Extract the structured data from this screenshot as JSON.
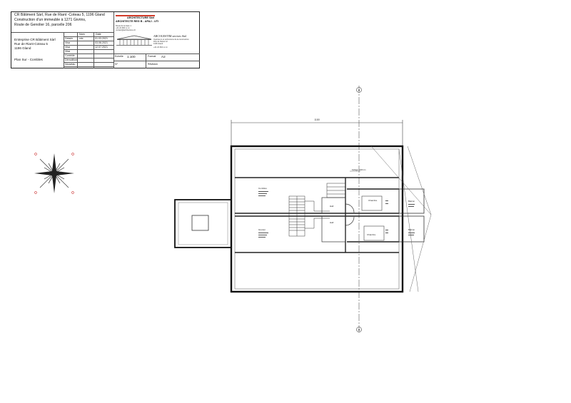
{
  "client_block": {
    "line1": "CR Bâtiment Sàrl, Rue de Riant -Coteau 5, 1196 Gland",
    "line2": "Construction d'un immeuble à 1271 Givrins,",
    "line3": "Route de Genolier 16, parcelle 206"
  },
  "firm_block": {
    "name": "ARCHITECTURE Sàrl",
    "reg": "ARCHITECTE REG B - APAJ - UTI",
    "address": "Route de la Gare 1",
    "phone": "+41 22 366 xx xx",
    "email": "contact@architecture.ch",
    "partner": "ARCOGESTIM services Sàrl",
    "partner_sub1": "Ingénieurs et techniciens de la construction",
    "partner_sub2": "Rue de l'Etraz 12",
    "partner_sub3": "1196 Gland",
    "partner_contact": "+41 22 364 xx xx"
  },
  "owner_block": {
    "line1": "Entreprise CR Bâtiment Sàrl",
    "line2": "Rue de Riant-Coteau 5",
    "line3": "1196 Gland",
    "plan_title": "Plan Sur - Combles"
  },
  "revisions": {
    "header_name": "Nom",
    "header_date": "Date",
    "rows": [
      {
        "label": "Dessin",
        "name": "vdc",
        "date": "01.03.2021"
      },
      {
        "label": "Visa",
        "name": "",
        "date": "03.06.2021"
      },
      {
        "label": "Visa",
        "name": "",
        "date": "12.07.2021"
      },
      {
        "label": "Visa",
        "name": "",
        "date": ""
      },
      {
        "label": "Contrôle",
        "name": "",
        "date": ""
      },
      {
        "label": "Démolition",
        "name": "",
        "date": ""
      },
      {
        "label": "Nouveau",
        "name": "",
        "date": ""
      }
    ]
  },
  "plan_info": {
    "scale_label": "Echelle",
    "scale_value": "1:100",
    "format_label": "Format",
    "format_value": "A2",
    "number_label": "N°",
    "revision_label": "Révision"
  },
  "plan_labels": {
    "overall_dim": "1180",
    "room_combles_n": "Combles",
    "room_grenier_s": "Grenier",
    "room_chambre_n": "Chambre",
    "room_chambre_s": "Chambre",
    "room_hall_n": "Hall",
    "room_hall_s": "Hall",
    "room_balcon_n": "Balcon",
    "room_balcon_s": "Balcon",
    "ridge_label": "Faîtage 1040 cm",
    "section_top": "A",
    "section_bottom": "A"
  }
}
